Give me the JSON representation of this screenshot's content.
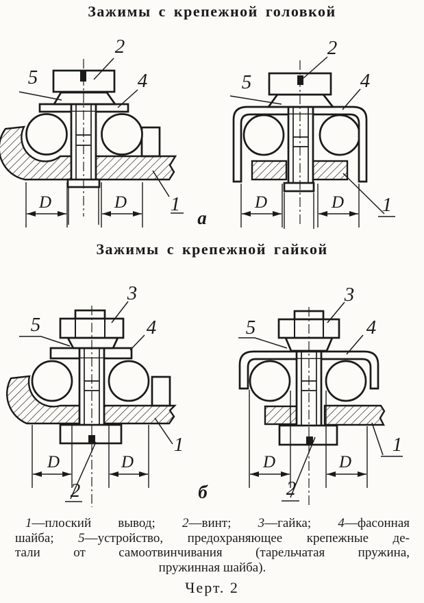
{
  "page": {
    "paper_color": "#fcfbf8",
    "ink_color": "#1a1a1a"
  },
  "titles": {
    "top": "Зажимы с крепежной головкой",
    "middle": "Зажимы с крепежной гайкой"
  },
  "figure_labels": {
    "a": "а",
    "b": "б"
  },
  "callouts": {
    "c1": "1",
    "c2": "2",
    "c3": "3",
    "c4": "4",
    "c5": "5"
  },
  "dim": {
    "label": "D"
  },
  "caption": {
    "l1": {
      "n1": "1",
      "t1": "—плоский вывод; ",
      "n2": "2",
      "t2": "—винт; ",
      "n3": "3",
      "t3": "—гайка; ",
      "n4": "4",
      "t4": "—фасонная"
    },
    "l2": {
      "t0": "шайба; ",
      "n5": "5",
      "t5": "—устройство, предохраняющее крепежные де-"
    },
    "l3": {
      "t": "тали от самоотвинчивания (тарельчатая пружина,"
    },
    "l4": {
      "t": "пружинная шайба)."
    }
  },
  "drawing_number": "Черт. 2"
}
